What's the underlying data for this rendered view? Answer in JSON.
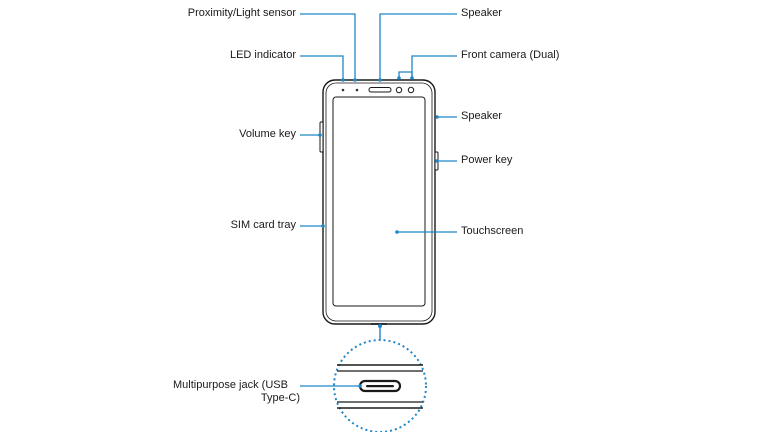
{
  "labels": {
    "proximity_sensor": "Proximity/Light sensor",
    "led_indicator": "LED indicator",
    "volume_key": "Volume key",
    "sim_card_tray": "SIM card tray",
    "multipurpose_jack_line1": "Multipurpose jack (USB",
    "multipurpose_jack_line2": "Type-C)",
    "speaker_top": "Speaker",
    "front_camera": "Front camera (Dual)",
    "speaker_side": "Speaker",
    "power_key": "Power key",
    "touchscreen": "Touchscreen"
  },
  "colors": {
    "callout_line": "#1f87c7",
    "device_outline": "#1a1a1a"
  }
}
